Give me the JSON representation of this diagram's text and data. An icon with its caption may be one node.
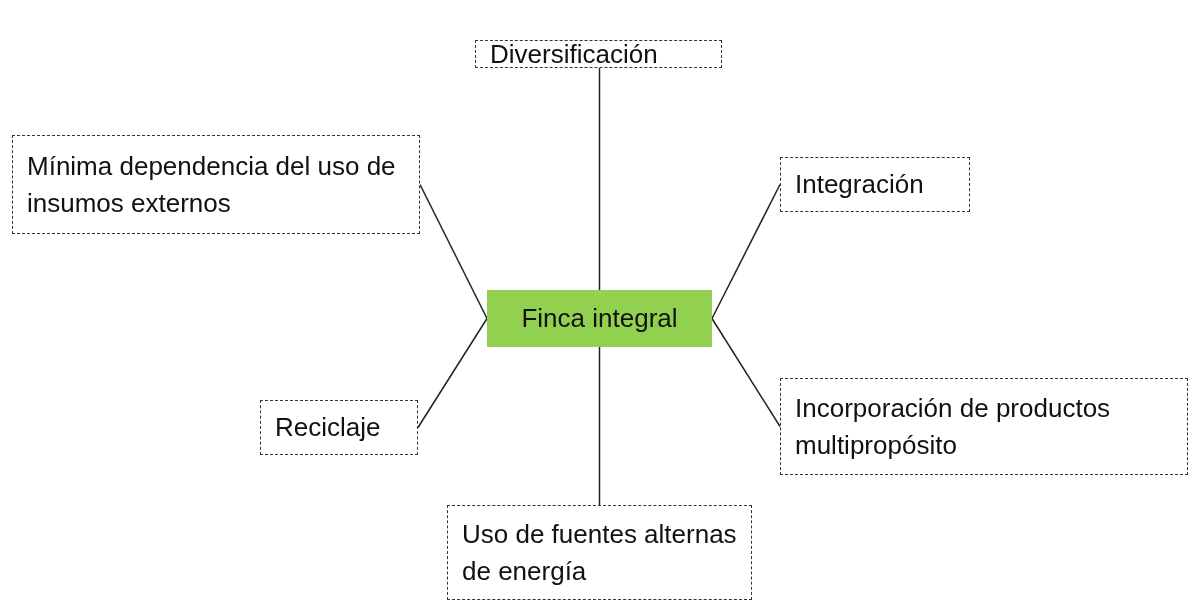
{
  "diagram": {
    "nodes": [
      {
        "text": [
          "Diversificación"
        ]
      },
      {
        "text": [
          "Mínima dependencia del uso de insumos externos"
        ]
      },
      {
        "text": [
          "Integración"
        ]
      },
      {
        "text": [
          "Finca integral"
        ]
      },
      {
        "text": [
          "Reciclaje"
        ]
      },
      {
        "text": [
          "Incorporación de productos multipropósito"
        ]
      },
      {
        "text": [
          "Uso de fuentes alternas de energía"
        ]
      }
    ],
    "edges": [
      {
        "from": 3,
        "to": 0,
        "arrow": "none"
      },
      {
        "from": 3,
        "to": 1,
        "arrow": "none"
      },
      {
        "from": 3,
        "to": 2,
        "arrow": "none"
      },
      {
        "from": 3,
        "to": 4,
        "arrow": "none"
      },
      {
        "from": 3,
        "to": 5,
        "arrow": "none"
      },
      {
        "from": 3,
        "to": 6,
        "arrow": "none"
      }
    ]
  }
}
